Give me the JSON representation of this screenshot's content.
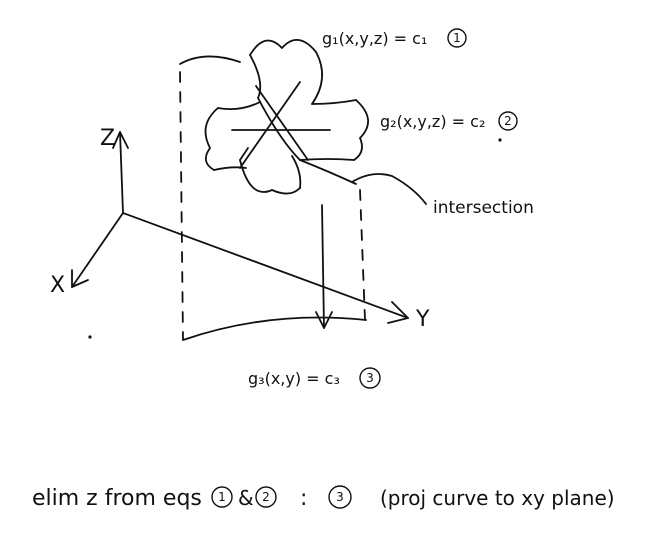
{
  "axes": {
    "x_label": "X",
    "y_label": "Y",
    "z_label": "Z"
  },
  "equations": {
    "g1": {
      "text": "g₁(x,y,z) = c₁",
      "marker": "1"
    },
    "g2": {
      "text": "g₂(x,y,z) = c₂",
      "marker": "2"
    },
    "g3": {
      "text": "g₃(x,y) = c₃",
      "marker": "3"
    }
  },
  "labels": {
    "intersection": "intersection"
  },
  "note": {
    "part1": "elim z from eqs",
    "marker_a": "1",
    "amp": "&",
    "marker_b": "2",
    "colon": ":",
    "marker_c": "3",
    "part2": "(proj curve to xy plane)"
  },
  "colors": {
    "ink": "#111111",
    "background": "#ffffff"
  }
}
